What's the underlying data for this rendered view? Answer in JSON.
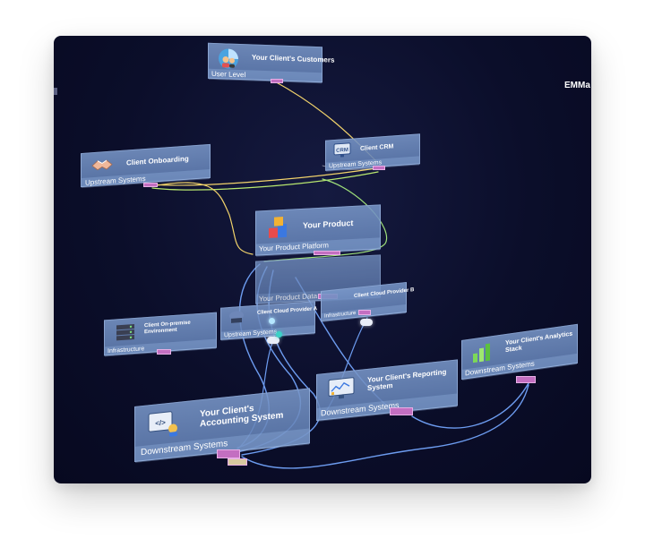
{
  "corner_label": "EMMa",
  "nodes": {
    "customers": {
      "title": "Your Client's Customers",
      "sub": "User Level"
    },
    "crm": {
      "title": "Client CRM",
      "sub": "Upstream Systems"
    },
    "onboarding": {
      "title": "Client Onboarding",
      "sub": "Upstream Systems"
    },
    "product": {
      "title": "Your Product",
      "sub": "Your Product Platform"
    },
    "product_data": {
      "sub": "Your Product Data"
    },
    "onprem": {
      "title": "Client On-premise Environment",
      "sub": "Infrastructure"
    },
    "cloud_a": {
      "title": "Client Cloud Provider A",
      "sub": "Upstream Systems"
    },
    "cloud_b": {
      "title": "Client Cloud Provider B",
      "sub": "Infrastructure"
    },
    "accounting": {
      "title": "Your Client's Accounting System",
      "sub": "Downstream Systems"
    },
    "reporting": {
      "title": "Your Client's Reporting System",
      "sub": "Downstream Systems"
    },
    "analytics": {
      "title": "Your Client's Analytics Stack",
      "sub": "Downstream Systems"
    }
  },
  "colors": {
    "background": "#0b0e2a",
    "panel": "#7896c8",
    "link_yellow": "#f2d36b",
    "link_green": "#9fe07a",
    "link_blue": "#6d9cf0",
    "connector": "#c36fc1"
  }
}
